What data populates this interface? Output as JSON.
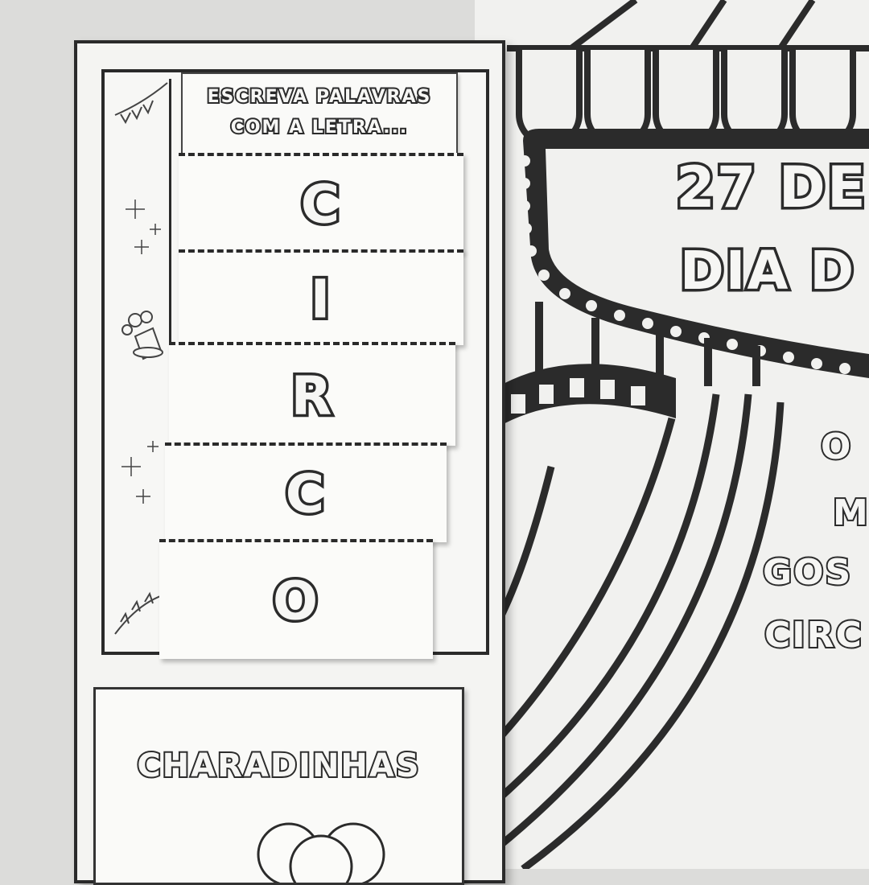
{
  "booklet": {
    "header": {
      "line1": "ESCREVA PALAVRAS",
      "line2": "COM A LETRA..."
    },
    "letters": [
      "C",
      "I",
      "R",
      "C",
      "O"
    ],
    "lower_title": "CHARADINHAS"
  },
  "poster": {
    "lines": [
      "27 DE",
      "DIA D",
      "O",
      "M",
      "GOS",
      "CIRC"
    ]
  },
  "icons": [
    "sparkle-icon",
    "magic-hat-icon",
    "bunting-icon",
    "balloons-icon"
  ],
  "colors": {
    "ink": "#2b2b2b",
    "paper": "#f4f4f2",
    "background": "#dcdcda"
  }
}
